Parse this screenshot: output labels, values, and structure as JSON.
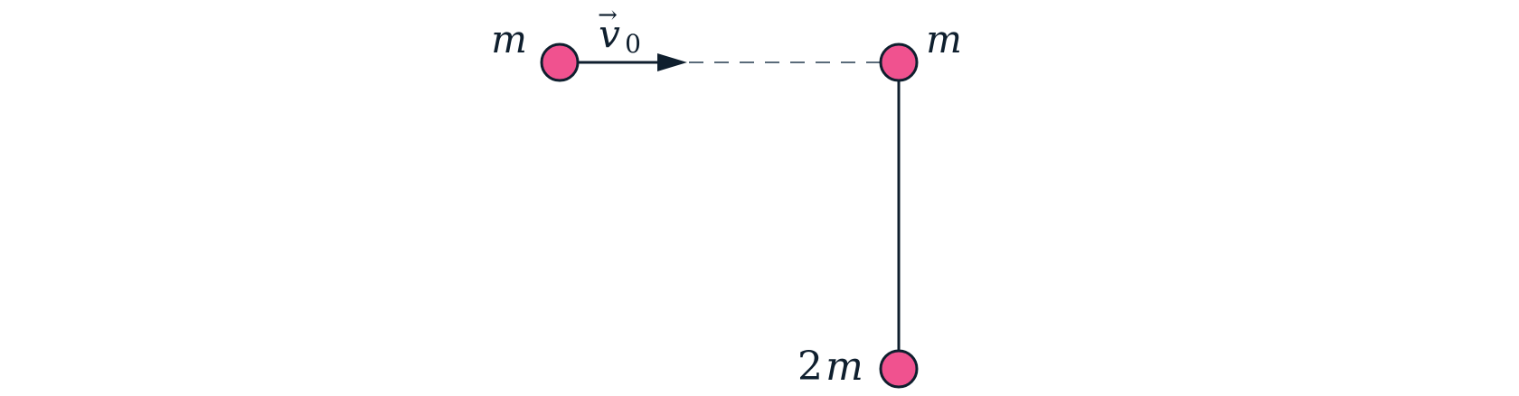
{
  "colors": {
    "ball_fill": "#f0528f",
    "ink": "#0f1f2e",
    "dashed_line": "#5a6b7a",
    "background": "#ffffff"
  },
  "labels": {
    "left_mass": "m",
    "velocity_symbol": "v",
    "velocity_subscript": "0",
    "velocity_arrow": "→",
    "top_mass": "m",
    "bottom_mass_coeff": "2",
    "bottom_mass_symbol": "m"
  }
}
